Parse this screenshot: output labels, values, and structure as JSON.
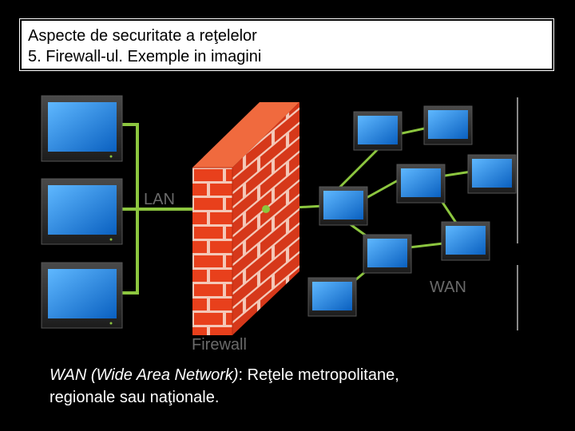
{
  "title": {
    "line1": "Aspecte de securitate a reţelelor",
    "line2": "5. Firewall-ul. Exemple in imagini"
  },
  "diagram": {
    "lan_label": "LAN",
    "wan_label": "WAN",
    "firewall_label": "Firewall",
    "colors": {
      "link": "#8cc63f",
      "brick": "#e8401c",
      "mortar": "#f4c8b8",
      "screen": "#1e90e6",
      "monitor_frame": "#3a3a3a",
      "label_gray": "#6a6a6a"
    }
  },
  "caption": {
    "italic_part": "WAN (Wide Area Network)",
    "rest_line1": ": Reţele metropolitane,",
    "line2": "regionale sau naţionale."
  }
}
